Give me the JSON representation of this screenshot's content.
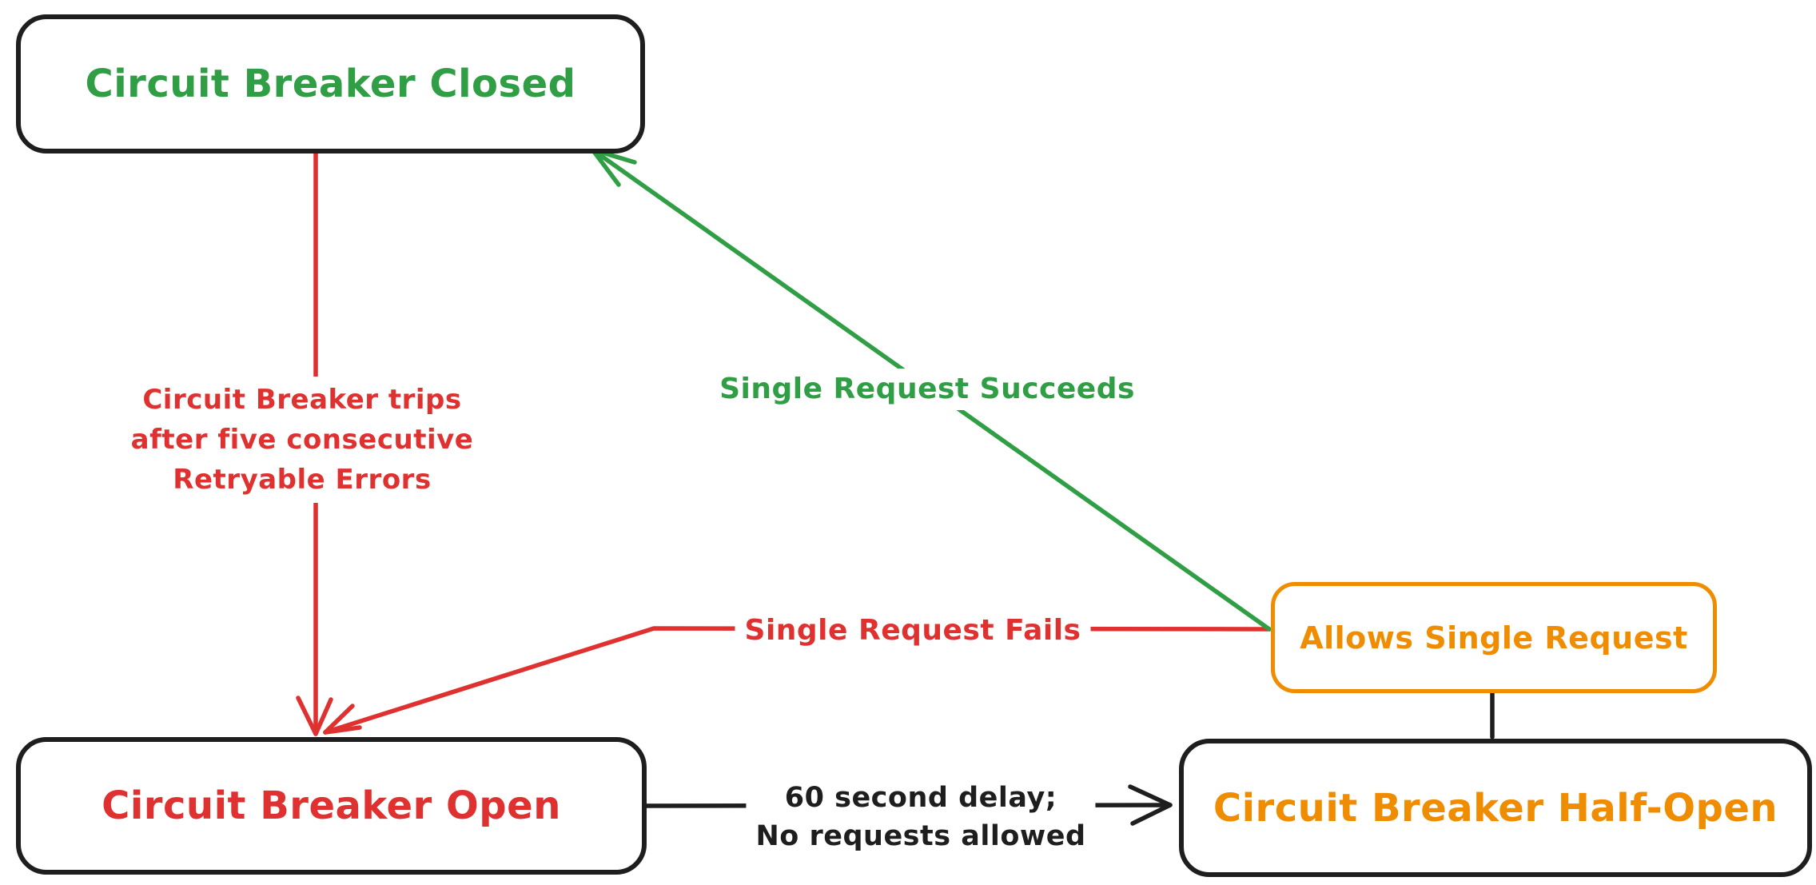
{
  "diagram": {
    "title": "Circuit Breaker state diagram",
    "type": "state-diagram"
  },
  "colors": {
    "green": "#2f9e44",
    "red": "#e03131",
    "orange": "#f08c00",
    "ink": "#1e1e1e",
    "bg": "#ffffff"
  },
  "nodes": {
    "closed": {
      "label": "Circuit Breaker Closed",
      "text_color": "#2f9e44",
      "border_color": "#1e1e1e"
    },
    "open": {
      "label": "Circuit Breaker Open",
      "text_color": "#e03131",
      "border_color": "#1e1e1e"
    },
    "half_open": {
      "label": "Circuit Breaker Half-Open",
      "text_color": "#f08c00",
      "border_color": "#1e1e1e"
    },
    "allows": {
      "label": "Allows Single Request",
      "text_color": "#f08c00",
      "border_color": "#f08c00"
    }
  },
  "edges": {
    "trip": {
      "from": "closed",
      "to": "open",
      "color": "#e03131",
      "label": "Circuit Breaker trips\nafter five consecutive\nRetryable Errors"
    },
    "succeed": {
      "from": "allows",
      "to": "closed",
      "color": "#2f9e44",
      "label": "Single Request Succeeds"
    },
    "fail": {
      "from": "allows",
      "to": "open",
      "color": "#e03131",
      "label": "Single Request Fails"
    },
    "delay": {
      "from": "open",
      "to": "half_open",
      "color": "#1e1e1e",
      "label": "60 second delay;\nNo requests allowed"
    },
    "probe": {
      "from": "half_open",
      "to": "allows",
      "color": "#1e1e1e",
      "label": ""
    }
  }
}
